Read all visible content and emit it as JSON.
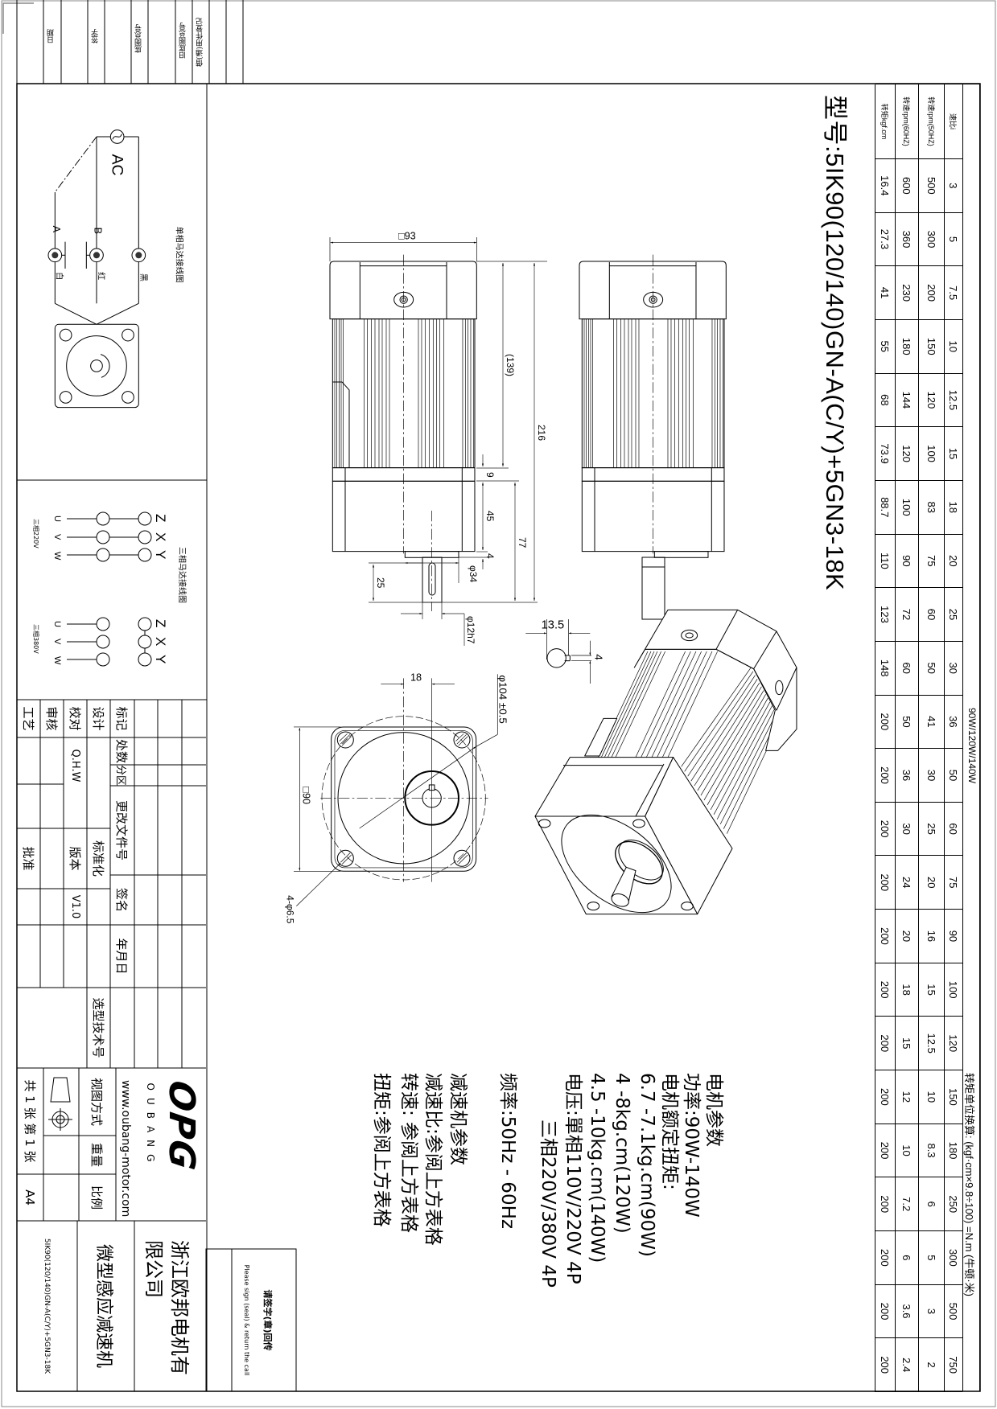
{
  "title_strip": {
    "date": "日期",
    "signature": "签字",
    "base_drawing_no": "底图总号",
    "old_base_drawing_no": "旧底图总号",
    "borrowed_parts_register": "借(通)用件登记"
  },
  "model_title": "型号:5IK90(120/140)GN-A(C/Y)+5GN3-18K",
  "spec_table": {
    "power_header": "90W/120W/140W",
    "conversion_note": "转矩单位换算: (kgf·cm×9.8÷100) =N.m (牛顿·米)",
    "rows": [
      {
        "label": "速比i",
        "values": [
          "3",
          "5",
          "7.5",
          "10",
          "12.5",
          "15",
          "18",
          "20",
          "25",
          "30",
          "36",
          "50",
          "60",
          "75",
          "90",
          "100",
          "120",
          "150",
          "180",
          "250",
          "300",
          "500",
          "750"
        ]
      },
      {
        "label": "转速rpm(50HZ)",
        "values": [
          "500",
          "300",
          "200",
          "150",
          "120",
          "100",
          "83",
          "75",
          "60",
          "50",
          "41",
          "30",
          "25",
          "20",
          "16",
          "15",
          "12.5",
          "10",
          "8.3",
          "6",
          "5",
          "3",
          "2"
        ]
      },
      {
        "label": "转速rpm(60HZ)",
        "values": [
          "600",
          "360",
          "230",
          "180",
          "144",
          "120",
          "100",
          "90",
          "72",
          "60",
          "50",
          "36",
          "30",
          "24",
          "20",
          "18",
          "15",
          "12",
          "10",
          "7.2",
          "6",
          "3.6",
          "2.4"
        ]
      },
      {
        "label": "转矩kgf.cm",
        "values": [
          "16.4",
          "27.3",
          "41",
          "55",
          "68",
          "73.9",
          "88.7",
          "110",
          "123",
          "148",
          "200",
          "200",
          "200",
          "200",
          "200",
          "200",
          "200",
          "200",
          "200",
          "200",
          "200",
          "200",
          "200"
        ]
      }
    ]
  },
  "dimensions": {
    "sq93": "□93",
    "d139": "(139)",
    "d216": "216",
    "d9": "9",
    "d45": "45",
    "d77": "77",
    "d4": "4",
    "phi34": "φ34",
    "d25": "25",
    "phi12": "φ12h7",
    "d18": "18",
    "sq90": "□90",
    "phi104": "φ104 ±0.5",
    "holes": "4-φ6.5",
    "d13_5": "13.5",
    "key4": "4"
  },
  "wiring": {
    "single_phase": {
      "title": "单相马达接线图",
      "ac": "AC",
      "a": "A",
      "b": "B",
      "white": "白",
      "red": "红",
      "black": "黑"
    },
    "three_phase": {
      "title": "三相马达接线图",
      "v220": "三相220V",
      "v380": "三相380V",
      "u": "U",
      "v": "V",
      "w": "W",
      "z": "Z",
      "x": "X",
      "y": "Y"
    }
  },
  "motor_params": {
    "heading": "电机参数",
    "power": "功率:90W-140W",
    "rated_torque_label": "电机额定扭矩:",
    "torque_90": "6.7 -7.1kg.cm(90W)",
    "torque_120": "4 -8kg.cm(120W)",
    "torque_140": "4.5 -10kg.cm(140W)",
    "voltage_single": "电压:單相110V/220V  4P",
    "voltage_three": "三相220V/380V  4P",
    "frequency": "频率:50Hz - 60Hz"
  },
  "reducer_params": {
    "heading": "减速机参数",
    "ratio": "减速比:参阅上方表格",
    "speed": "转速: 参阅上方表格",
    "torque": "扭矩:参阅上方表格"
  },
  "title_block": {
    "mark": "标记",
    "count": "处数",
    "zone": "分区",
    "change_doc_no": "更改文件号",
    "sign": "签名",
    "date": "年月日",
    "design": "设计",
    "standardization": "标准化",
    "check": "校对",
    "checker": "Q.H.W",
    "version_label": "版本",
    "version": "V1.0",
    "review": "审核",
    "process": "工艺",
    "approve": "批准",
    "selection_no": "选型技术号",
    "logo": "OPG",
    "brand": "OUBANG",
    "website": "www.oubang-motor.com",
    "view_method": "视图方式",
    "weight": "重量",
    "scale": "比例",
    "sheets": "共 1 张 第 1 张",
    "paper": "A4",
    "company": "浙江欧邦电机有限公司",
    "product": "微型感应减速机",
    "drawing_model": "5IK90(120/140)GN-A(C/Y)+5GN3-18K"
  },
  "note_box": {
    "title": "请签字(章)回传",
    "english": "Please sign (seal) & return the call"
  }
}
